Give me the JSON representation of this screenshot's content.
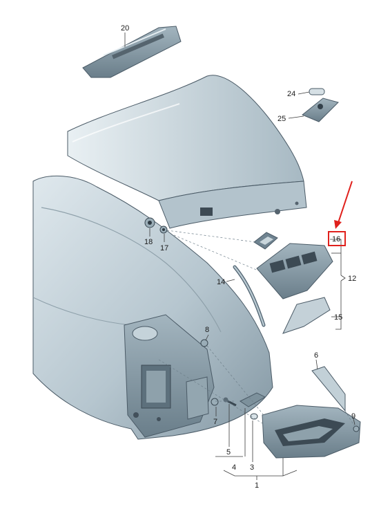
{
  "diagram": {
    "part_numbers": {
      "p1": "1",
      "p3": "3",
      "p4": "4",
      "p5": "5",
      "p6": "6",
      "p7": "7",
      "p8": "8",
      "p9": "9",
      "p12": "12",
      "p14": "14",
      "p15": "15",
      "p16": "16",
      "p17": "17",
      "p18": "18",
      "p20": "20",
      "p24": "24",
      "p25": "25"
    },
    "highlight": {
      "part": "16",
      "color": "#e0201c"
    },
    "colors": {
      "part_fill": "#c5d3da",
      "part_fill_dark": "#8fa2ad",
      "part_shadow": "#6b7f8b",
      "line": "#3a3a3a"
    }
  }
}
